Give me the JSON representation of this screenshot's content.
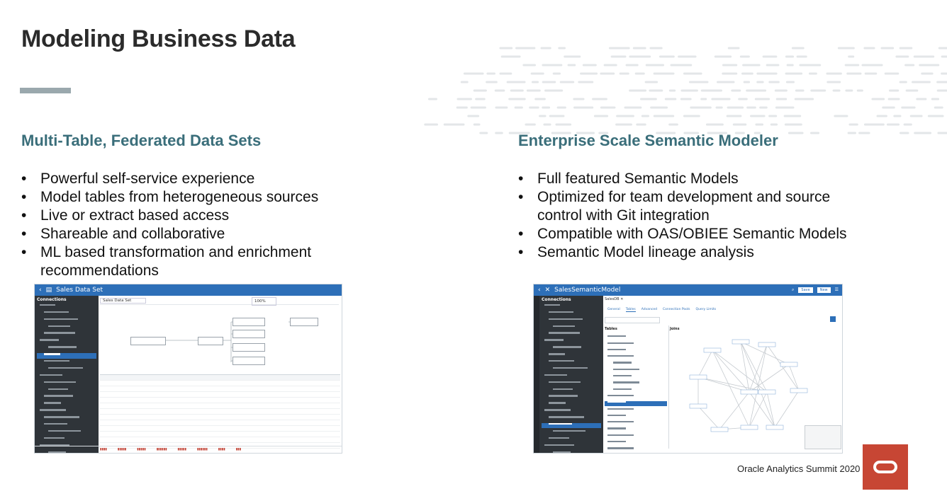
{
  "slide": {
    "title": "Modeling Business Data",
    "left_heading": "Multi-Table, Federated Data Sets",
    "left_bullets": [
      "Powerful self-service experience",
      "Model tables from heterogeneous sources",
      "Live or extract based access",
      "Shareable and collaborative",
      "ML based transformation and enrichment recommendations"
    ],
    "right_heading": "Enterprise Scale Semantic Modeler",
    "right_bullets": [
      "Full featured Semantic Models",
      "Optimized for team development and source control with Git integration",
      "Compatible with OAS/OBIEE Semantic Models",
      "Semantic Model lineage analysis"
    ],
    "footer": "Oracle Analytics Summit 2020"
  },
  "left_screenshot": {
    "window_title": "Sales Data Set",
    "sidebar_header": "Connections",
    "canvas_title": "Sales Data Set",
    "zoom": "100%"
  },
  "right_screenshot": {
    "window_title": "SalesSemanticModel",
    "save_label": "Save",
    "new_label": "New",
    "sidebar_header": "Connections",
    "model_tab": "SalesDB",
    "tabs": [
      "General",
      "Tables",
      "Advanced",
      "Connection Pools",
      "Query Limits"
    ],
    "tables_label": "Tables",
    "joins_label": "Joins"
  },
  "colors": {
    "heading": "#3a6e7a",
    "app_bar": "#2d6fb8",
    "sidebar": "#2f3439",
    "oracle_red": "#c74634"
  }
}
